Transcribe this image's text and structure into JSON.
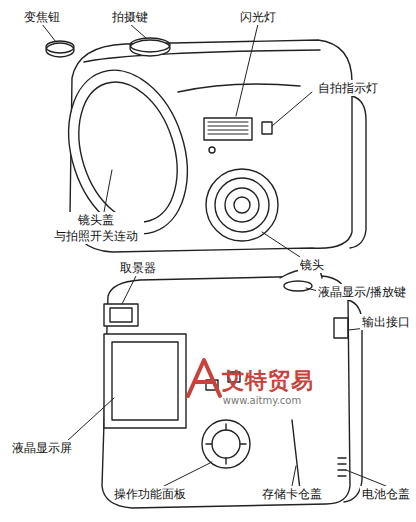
{
  "diagram": {
    "labels": [
      "变焦钮",
      "拍摄键",
      "闪光灯",
      "自拍指示灯",
      "镜头盖 与拍照开关连动",
      "镜头",
      "取景器",
      "液晶显示/播放键",
      "输出接口",
      "液晶显示屏",
      "操作功能面板",
      "存储卡仓盖",
      "电池仓盖",
      "艾特贸易",
      "www.aitmy.com"
    ]
  }
}
